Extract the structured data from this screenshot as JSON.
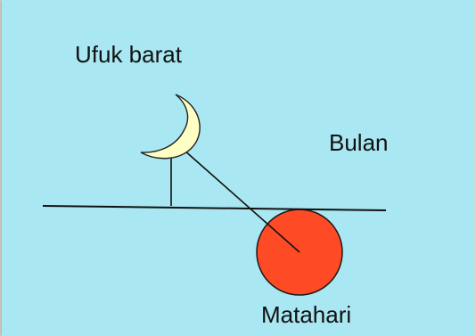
{
  "labels": {
    "horizon": "Ufuk barat",
    "moon": "Bulan",
    "sun": "Matahari"
  },
  "colors": {
    "sky": "#a9e7f2",
    "moon_fill": "#ffffc4",
    "moon_stroke": "#222222",
    "sun_fill": "#ff4a26",
    "sun_stroke": "#1a1a1a",
    "line": "#111111"
  }
}
